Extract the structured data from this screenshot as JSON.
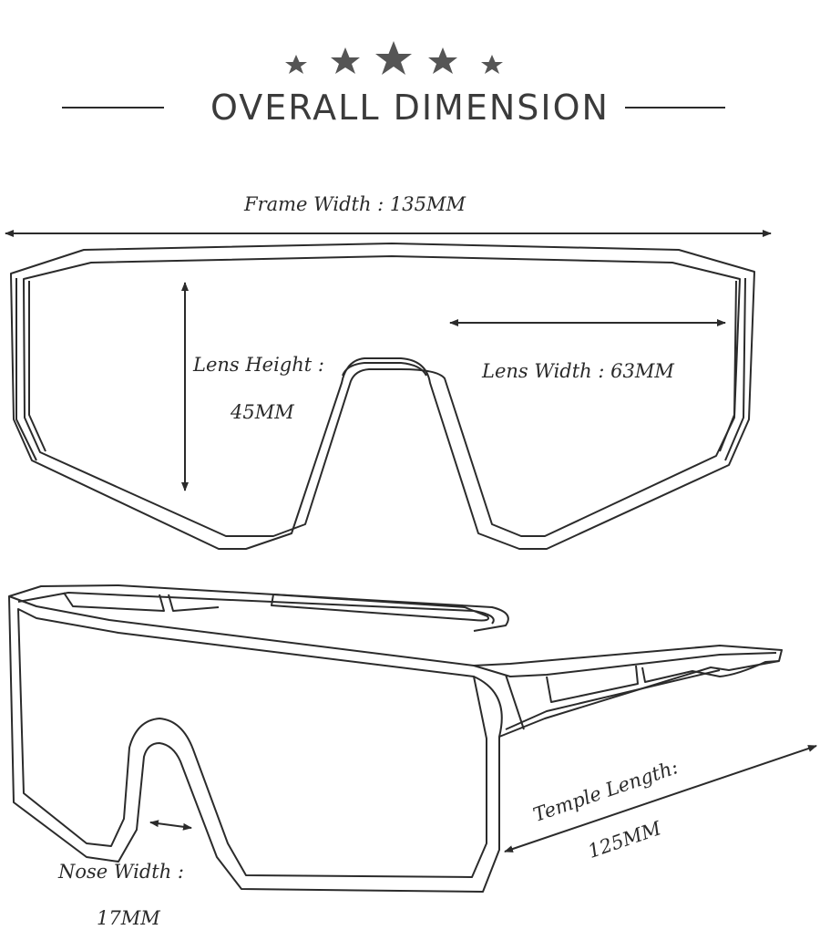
{
  "title": "OVERALL DIMENSION",
  "stars_icon": "star-icon",
  "colors": {
    "ink": "#2b2b2b",
    "star": "#555555",
    "title": "#3b3b3b"
  },
  "dimensions": {
    "frame_width": "Frame Width : 135MM",
    "lens_height_label": "Lens Height :",
    "lens_height_value": "45MM",
    "lens_width": "Lens Width : 63MM",
    "temple_length_label": "Temple Length:",
    "temple_length_value": "125MM",
    "nose_width_label": "Nose Width :",
    "nose_width_value": "17MM"
  }
}
